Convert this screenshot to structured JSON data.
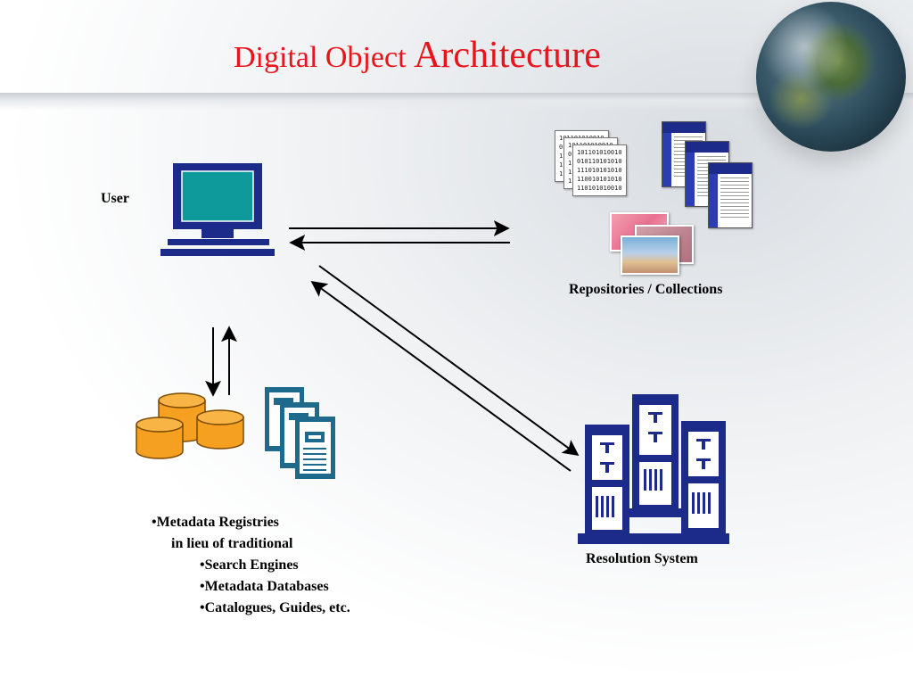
{
  "title": {
    "part1": "Digital Object ",
    "part2": "Architecture"
  },
  "labels": {
    "user": "User",
    "repositories": "Repositories / Collections",
    "resolution": "Resolution System"
  },
  "metadata_list": [
    "•Metadata Registries",
    "in lieu of traditional",
    "•Search Engines",
    "•Metadata Databases",
    "•Catalogues, Guides, etc."
  ],
  "binary_docs": [
    [
      "101101010010",
      "010110101010",
      "111010101010",
      "110010101010",
      "110101010010"
    ],
    [
      "101101010010",
      "010110101010",
      "111010101010",
      "110010101010",
      "110101010010"
    ],
    [
      "101101010010",
      "010110101010",
      "111010101010",
      "110010101010",
      "110101010010"
    ]
  ],
  "colors": {
    "title": "#e8141c",
    "navy": "#1c2a8a",
    "teal": "#0e9a9a",
    "orange": "#f5a020"
  },
  "icons": [
    "computer-icon",
    "database-icon",
    "document-stack-icon",
    "server-icon",
    "globe-icon",
    "web-page-icon",
    "binary-document-icon",
    "image-icon"
  ]
}
